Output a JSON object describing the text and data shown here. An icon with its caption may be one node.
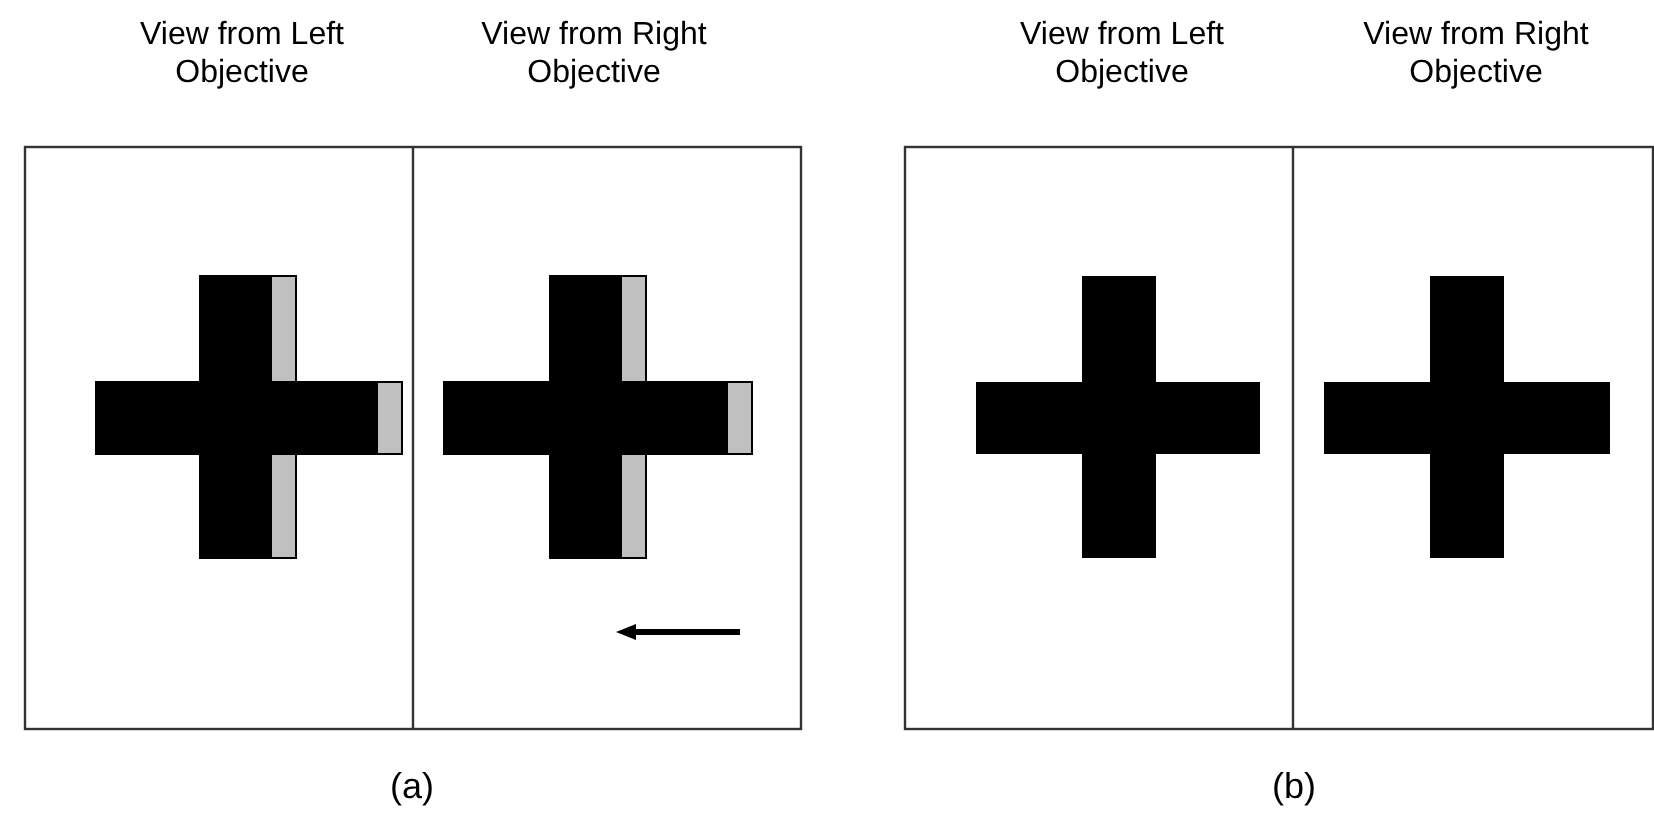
{
  "diagram": {
    "labels": [
      "View from Left Objective",
      "View from Right Objective",
      "View from Left Objective",
      "View from Right Objective",
      "(a)",
      "(b)"
    ]
  }
}
